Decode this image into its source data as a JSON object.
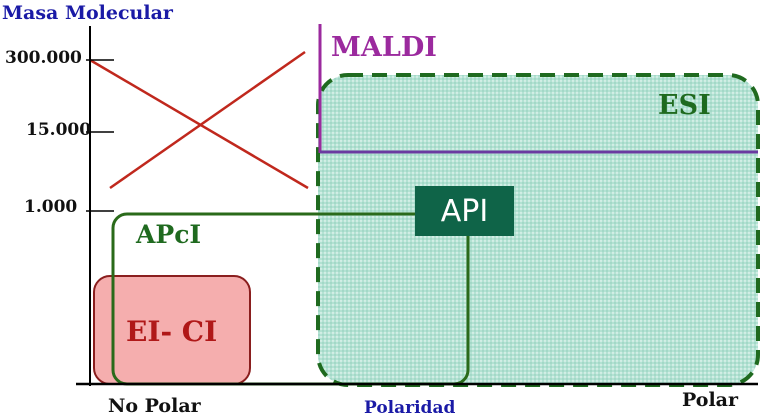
{
  "y_axis": {
    "title": "Masa Molecular",
    "ticks": [
      "300.000",
      "15.000",
      "1.000"
    ]
  },
  "x_axis": {
    "left_label": "No Polar",
    "title": "Polaridad",
    "right_label": "Polar"
  },
  "regions": {
    "maldi": "MALDI",
    "esi": "ESI",
    "api": "API",
    "apci": "APcI",
    "ei_ci": "EI- CI"
  },
  "colors": {
    "axis_title": "#1a1aa6",
    "maldi": "#9b2a9e",
    "esi": "#1f6a1f",
    "esi_fill": "#a9dccd",
    "api_badge": "#0f6448",
    "apci": "#1f6a1f",
    "ei_ci_fill": "#f4a3a3",
    "ei_ci_border": "#8a1e1e",
    "ei_ci_text": "#b01818",
    "cross": "#c0281d"
  }
}
